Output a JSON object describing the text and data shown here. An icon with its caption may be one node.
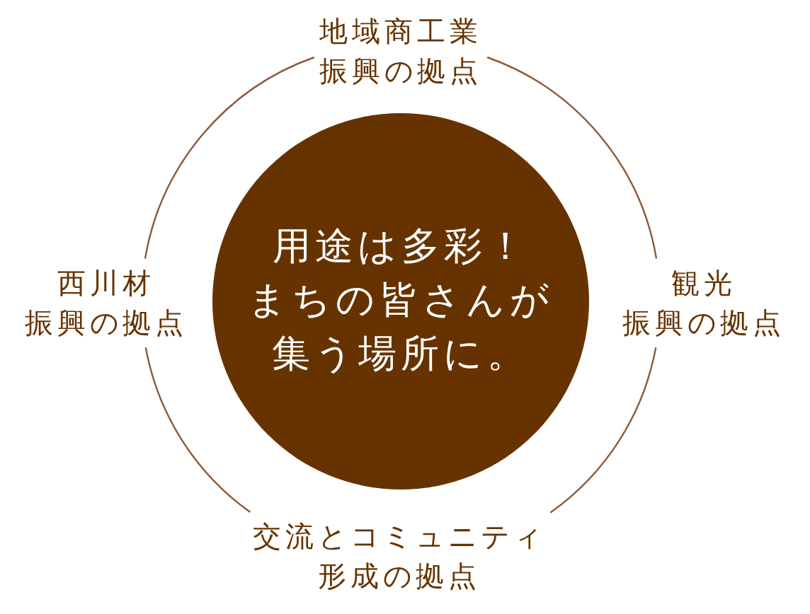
{
  "diagram": {
    "nodes": [
      {
        "text": [
          "地域商工業振興の拠点"
        ]
      },
      {
        "text": [
          "西川材振興の拠点"
        ]
      },
      {
        "text": [
          "用途は多彩！まちの皆さんが集う場所に。"
        ]
      },
      {
        "text": [
          "観光振興の拠点"
        ]
      },
      {
        "text": [
          "交流とコミュニティ形成の拠点"
        ]
      }
    ],
    "edges": [
      {
        "from": 0,
        "to": 3,
        "arrow": "none"
      },
      {
        "from": 3,
        "to": 4,
        "arrow": "none"
      },
      {
        "from": 4,
        "to": 1,
        "arrow": "none"
      },
      {
        "from": 1,
        "to": 0,
        "arrow": "none"
      }
    ]
  }
}
